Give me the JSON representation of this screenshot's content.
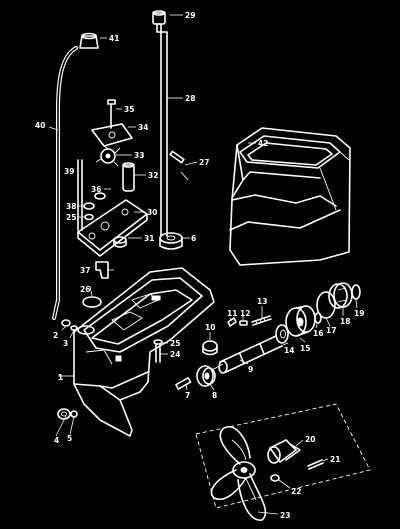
{
  "diagram": {
    "callouts": [
      {
        "id": "c1",
        "text": "1"
      },
      {
        "id": "c2",
        "text": "2"
      },
      {
        "id": "c3",
        "text": "3"
      },
      {
        "id": "c4",
        "text": "4"
      },
      {
        "id": "c5",
        "text": "5"
      },
      {
        "id": "c6",
        "text": "6"
      },
      {
        "id": "c7",
        "text": "7"
      },
      {
        "id": "c8",
        "text": "8"
      },
      {
        "id": "c9",
        "text": "9"
      },
      {
        "id": "c10",
        "text": "10"
      },
      {
        "id": "c11",
        "text": "11"
      },
      {
        "id": "c12",
        "text": "12"
      },
      {
        "id": "c13",
        "text": "13"
      },
      {
        "id": "c14",
        "text": "14"
      },
      {
        "id": "c15",
        "text": "15"
      },
      {
        "id": "c16",
        "text": "16"
      },
      {
        "id": "c17",
        "text": "17"
      },
      {
        "id": "c18",
        "text": "18"
      },
      {
        "id": "c19",
        "text": "19"
      },
      {
        "id": "c20",
        "text": "20"
      },
      {
        "id": "c21",
        "text": "21"
      },
      {
        "id": "c22",
        "text": "22"
      },
      {
        "id": "c23",
        "text": "23"
      },
      {
        "id": "c24",
        "text": "24"
      },
      {
        "id": "c25a",
        "text": "25"
      },
      {
        "id": "c25b",
        "text": "25"
      },
      {
        "id": "c26",
        "text": "26"
      },
      {
        "id": "c27",
        "text": "27"
      },
      {
        "id": "c28",
        "text": "28"
      },
      {
        "id": "c29",
        "text": "29"
      },
      {
        "id": "c30",
        "text": "30"
      },
      {
        "id": "c31",
        "text": "31"
      },
      {
        "id": "c32",
        "text": "32"
      },
      {
        "id": "c33",
        "text": "33"
      },
      {
        "id": "c34",
        "text": "34"
      },
      {
        "id": "c35",
        "text": "35"
      },
      {
        "id": "c36",
        "text": "36"
      },
      {
        "id": "c37",
        "text": "37"
      },
      {
        "id": "c38",
        "text": "38"
      },
      {
        "id": "c39",
        "text": "39"
      },
      {
        "id": "c40",
        "text": "40"
      },
      {
        "id": "c41",
        "text": "41"
      },
      {
        "id": "c42",
        "text": "42"
      }
    ]
  }
}
